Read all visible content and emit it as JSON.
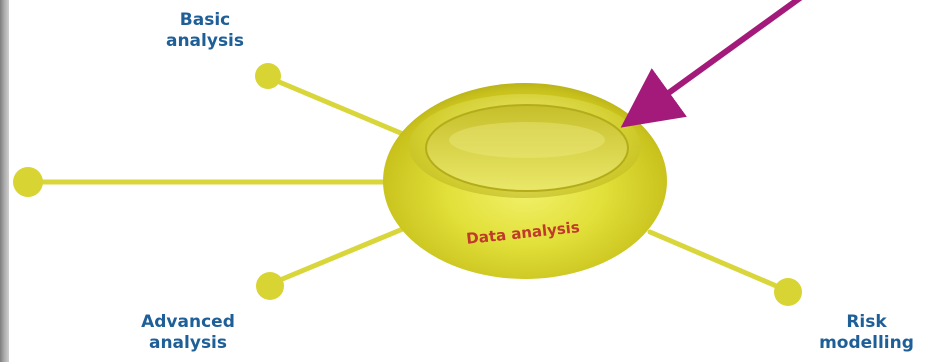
{
  "diagram": {
    "center_label": "Data analysis",
    "nodes": [
      {
        "id": "basic-analysis",
        "line1": "Basic",
        "line2": "analysis"
      },
      {
        "id": "data-source",
        "line1": "",
        "line2": ""
      },
      {
        "id": "advanced-analysis",
        "line1": "Advanced",
        "line2": "analysis"
      },
      {
        "id": "risk-modelling",
        "line1": "Risk",
        "line2": "modelling"
      }
    ],
    "colors": {
      "connector": "#d8d63a",
      "node": "#d7d433",
      "hub": "#d6d62a",
      "arrow": "#a31a7a",
      "label": "#1f5f98",
      "center_label": "#c0392b"
    }
  }
}
